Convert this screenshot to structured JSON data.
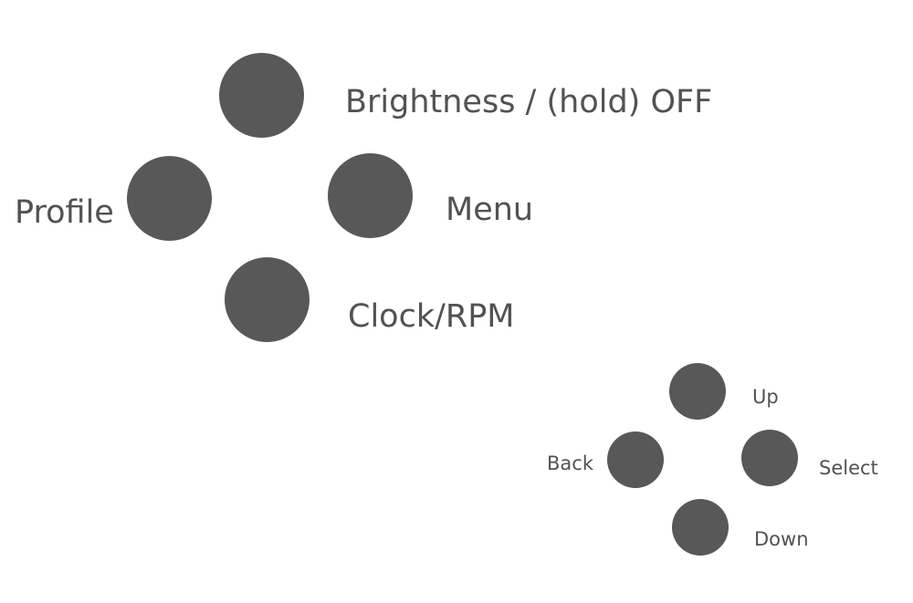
{
  "main_controls": {
    "top_label": "Brightness / (hold) OFF",
    "left_label": "Profile",
    "right_label": "Menu",
    "bottom_label": "Clock/RPM"
  },
  "navigation_controls": {
    "up_label": "Up",
    "back_label": "Back",
    "select_label": "Select",
    "down_label": "Down"
  },
  "colors": {
    "button_fill": "#585858",
    "label_text": "#525252",
    "background": "#ffffff"
  }
}
